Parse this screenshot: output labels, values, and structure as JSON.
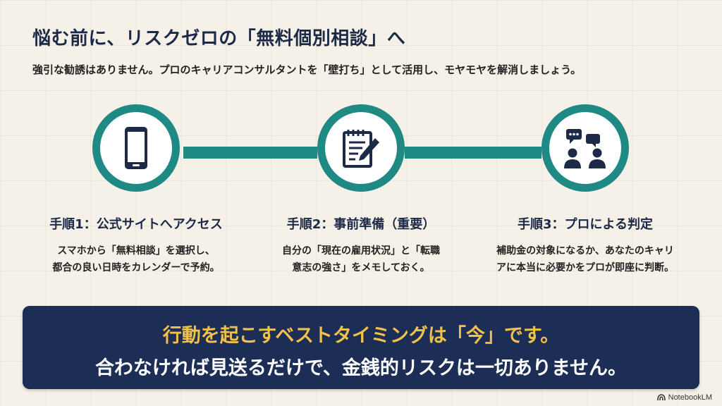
{
  "slide": {
    "title": "悩む前に、リスクゼロの「無料個別相談」へ",
    "subtitle": "強引な勧誘はありません。プロのキャリアコンサルタントを「壁打ち」として活用し、モヤモヤを解消しましょう。"
  },
  "steps": [
    {
      "icon": "smartphone-icon",
      "title": "手順1：公式サイトへアクセス",
      "desc": [
        "スマホから「無料相談」を選択し、",
        "都合の良い日時をカレンダーで予約。"
      ]
    },
    {
      "icon": "notepad-pencil-icon",
      "title": "手順2：事前準備（重要）",
      "desc": [
        "自分の「現在の雇用状況」と「転職",
        "意志の強さ」をメモしておく。"
      ]
    },
    {
      "icon": "consultation-icon",
      "title": "手順3：プロによる判定",
      "desc": [
        "補助金の対象になるか、あなたのキャリ",
        "アに本当に必要かをプロが即座に判断。"
      ]
    }
  ],
  "banner": {
    "line1": "行動を起こすベストタイミングは「今」です。",
    "line2": "合わなければ見送るだけで、金銭的リスクは一切ありません。"
  },
  "watermark": "NotebookLM",
  "colors": {
    "navy": "#1c2e55",
    "teal": "#1f8a84",
    "gold": "#f2c14a",
    "background": "#f5f1e8"
  }
}
